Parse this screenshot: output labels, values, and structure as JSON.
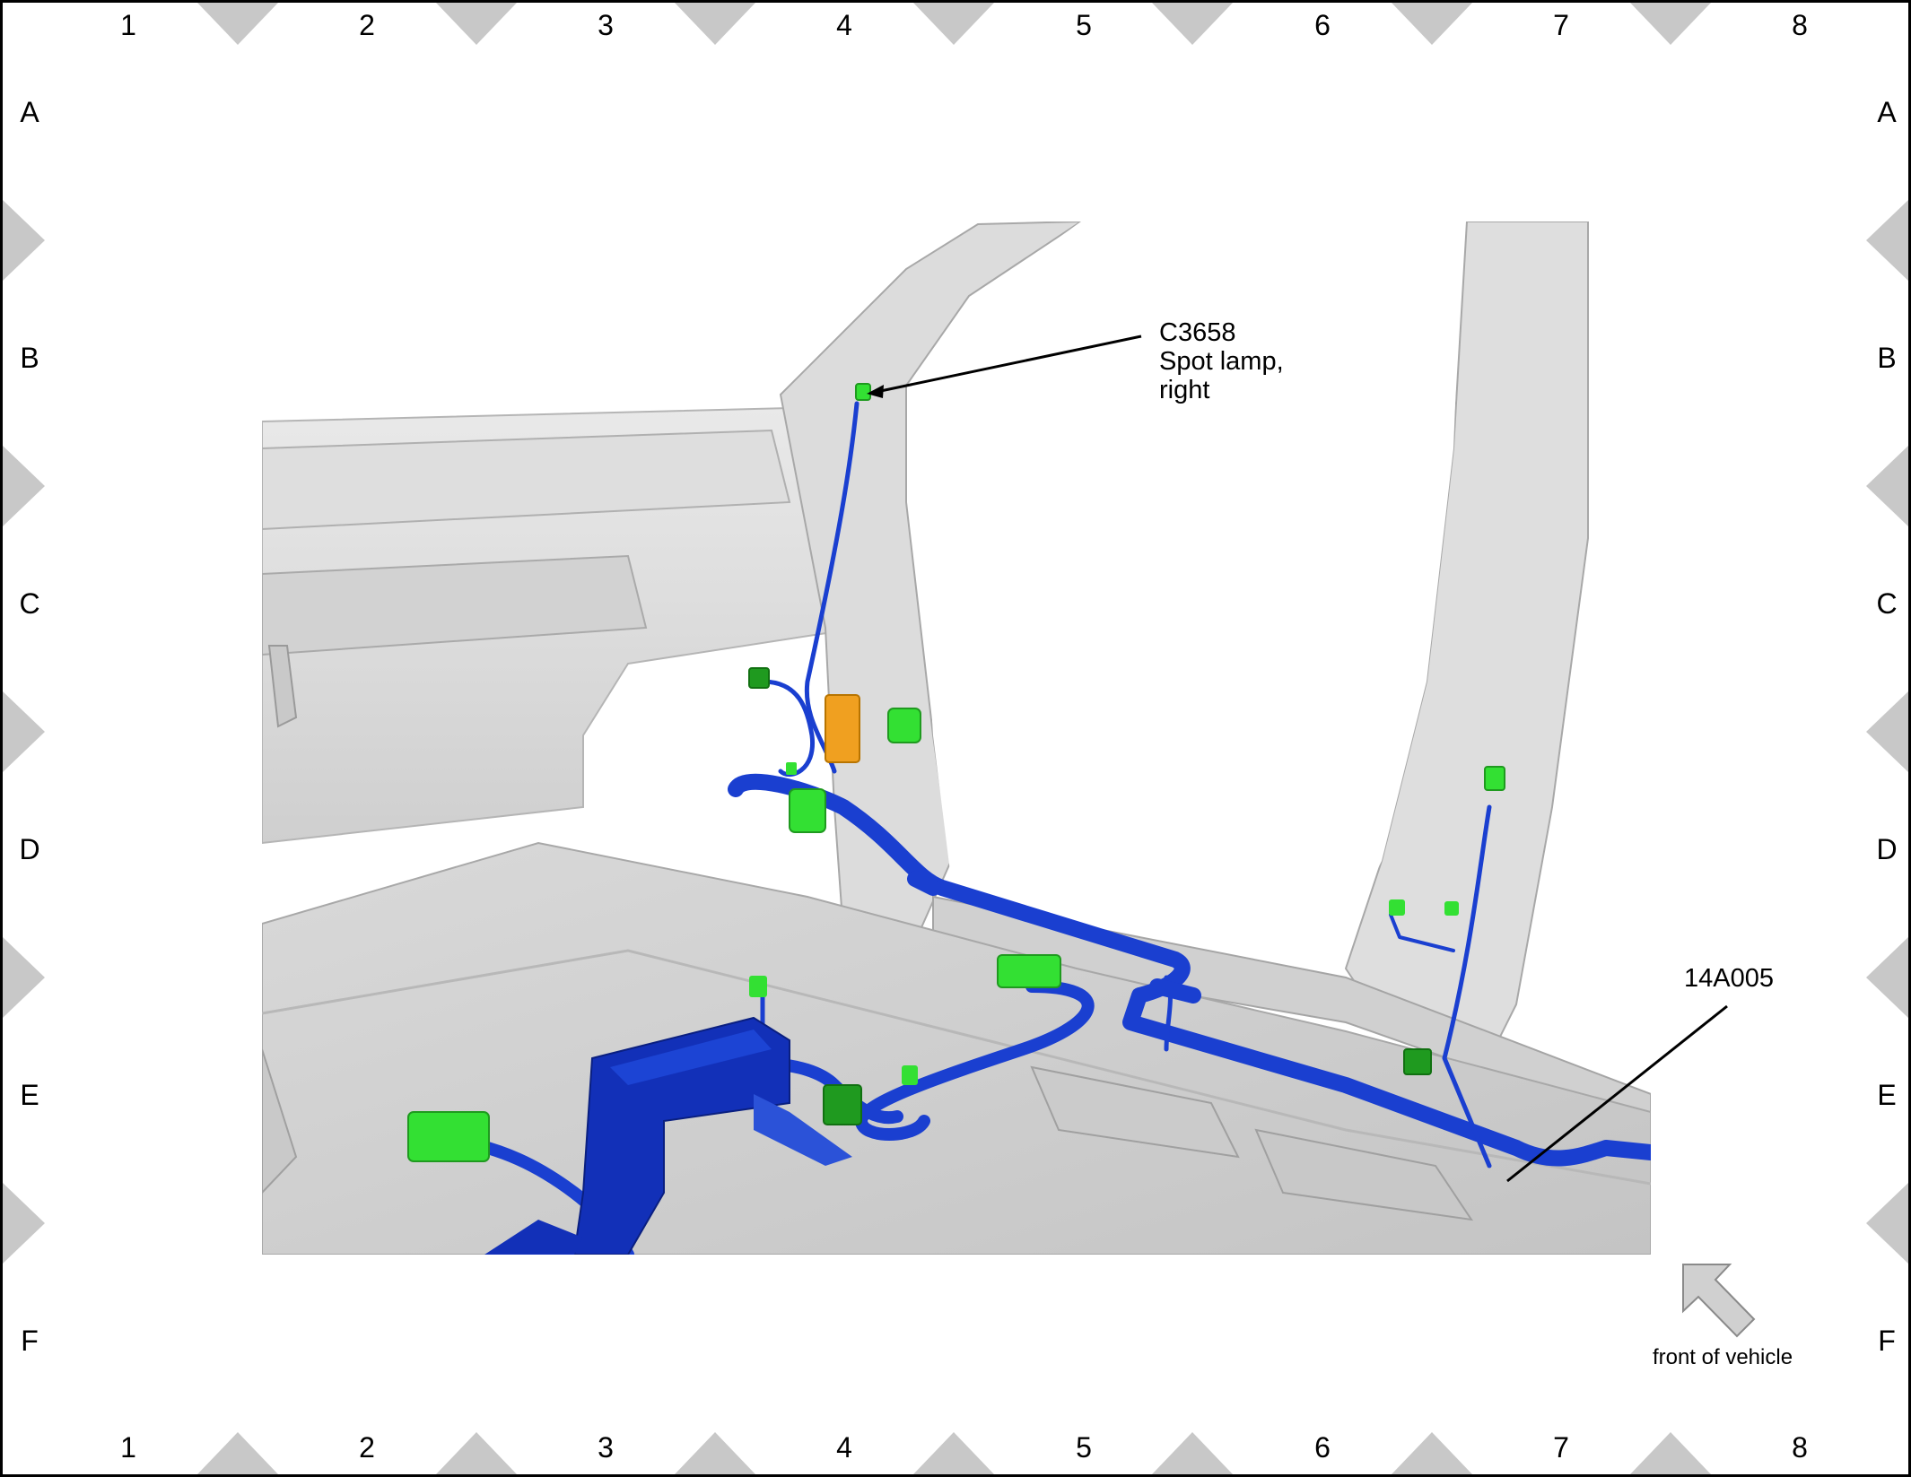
{
  "grid": {
    "columns": [
      "1",
      "2",
      "3",
      "4",
      "5",
      "6",
      "7",
      "8"
    ],
    "rows": [
      "A",
      "B",
      "C",
      "D",
      "E",
      "F"
    ]
  },
  "callouts": {
    "spot_lamp": {
      "connector": "C3658",
      "desc_line1": "Spot lamp,",
      "desc_line2": "right"
    },
    "harness": {
      "part": "14A005"
    }
  },
  "orientation": {
    "label": "front of vehicle"
  },
  "colors": {
    "harness": "#1a3fd0",
    "connector": "#33e033",
    "connector_dark": "#1f9a1f",
    "module": "#1230b8",
    "fuse_block": "#f0a020",
    "body_panel": "#d8d8d8",
    "notch": "#c8c8c8"
  }
}
